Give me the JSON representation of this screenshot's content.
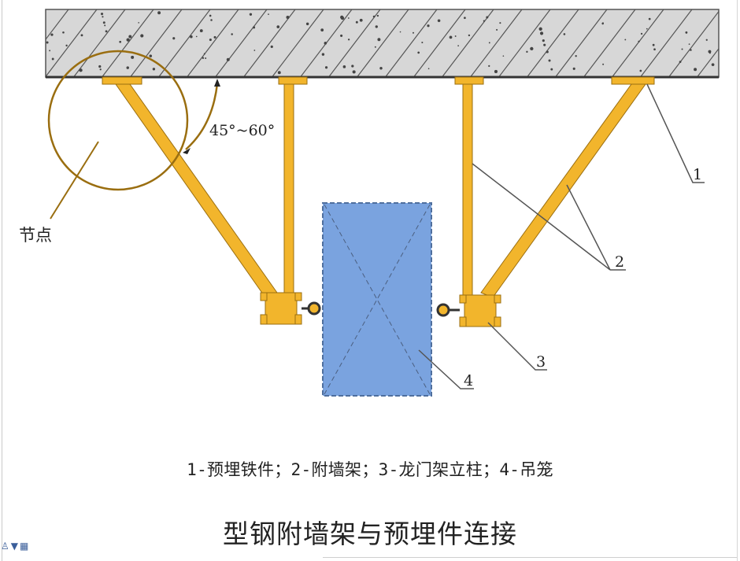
{
  "labels": {
    "angle": "45°~60°",
    "node": "节点",
    "n1": "1",
    "n2": "2",
    "n3": "3",
    "n4": "4"
  },
  "legend": "1-预埋铁件；2-附墙架；3-龙门架立柱；4-吊笼",
  "title": "型钢附墙架与预埋件连接",
  "colors": {
    "concrete": "#d7d7d7",
    "steel": "#f2b52c",
    "steel_edge": "#9a6e10",
    "cage": "#7aa3df",
    "ink": "#333333"
  },
  "icons": [
    "person-icon",
    "shirt-icon",
    "grid-icon"
  ]
}
